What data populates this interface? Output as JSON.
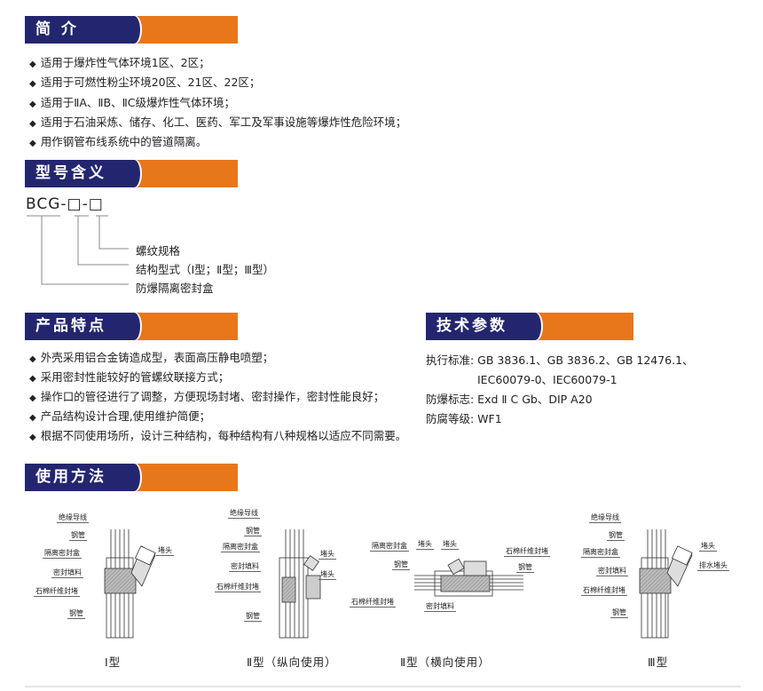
{
  "sections": {
    "intro": {
      "title": "简 介",
      "items": [
        "适用于爆炸性气体环境1区、2区；",
        "适用于可燃性粉尘环境20区、21区、22区；",
        "适用于ⅡA、ⅡB、ⅡC级爆炸性气体环境；",
        "适用于石油采炼、储存、化工、医药、军工及军事设施等爆炸性危险环境；",
        "用作钢管布线系统中的管道隔离。"
      ]
    },
    "model": {
      "title": "型号含义",
      "code": "BCG-□-□",
      "legend": [
        "螺纹规格",
        "结构型式（Ⅰ型；Ⅱ型；Ⅲ型）",
        "防爆隔离密封盒"
      ]
    },
    "features": {
      "title": "产品特点",
      "items": [
        "外壳采用铝合金铸造成型，表面高压静电喷塑；",
        "采用密封性能较好的管螺纹联接方式；",
        "操作口的管径进行了调整，方便现场封堵、密封操作，密封性能良好；",
        "产品结构设计合理,使用维护简便；",
        "根据不同使用场所，设计三种结构，每种结构有八种规格以适应不同需要。"
      ]
    },
    "specs": {
      "title": "技术参数",
      "rows": [
        "执行标准: GB 3836.1、GB 3836.2、GB 12476.1、",
        "IEC60079-0、IEC60079-1",
        "防爆标志: Exd Ⅱ C Gb、DIP A20",
        "防腐等级: WF1"
      ]
    },
    "usage": {
      "title": "使用方法",
      "type1": {
        "caption": "Ⅰ型",
        "labels": [
          "绝缘导线",
          "钢管",
          "隔离密封盒",
          "密封填料",
          "石棉纤维封堵",
          "钢管",
          "堵头"
        ]
      },
      "type2v": {
        "caption": "Ⅱ型（纵向使用）",
        "labels": [
          "绝缘导线",
          "钢管",
          "隔离密封盒",
          "堵头",
          "密封填料",
          "堵头",
          "石棉纤维封堵",
          "钢管"
        ]
      },
      "type2h": {
        "caption": "Ⅱ型（横向使用）",
        "labels": [
          "隔离密封盒",
          "堵头",
          "堵头",
          "石棉纤维封堵",
          "钢管",
          "钢管",
          "石棉纤维封堵",
          "密封填料"
        ]
      },
      "type3": {
        "caption": "Ⅲ型",
        "labels": [
          "绝缘导线",
          "钢管",
          "隔离密封盒",
          "堵头",
          "密封填料",
          "排水堵头",
          "石棉纤维封堵",
          "钢管"
        ]
      }
    }
  },
  "colors": {
    "navy": "#23266f",
    "orange": "#e8761a"
  }
}
